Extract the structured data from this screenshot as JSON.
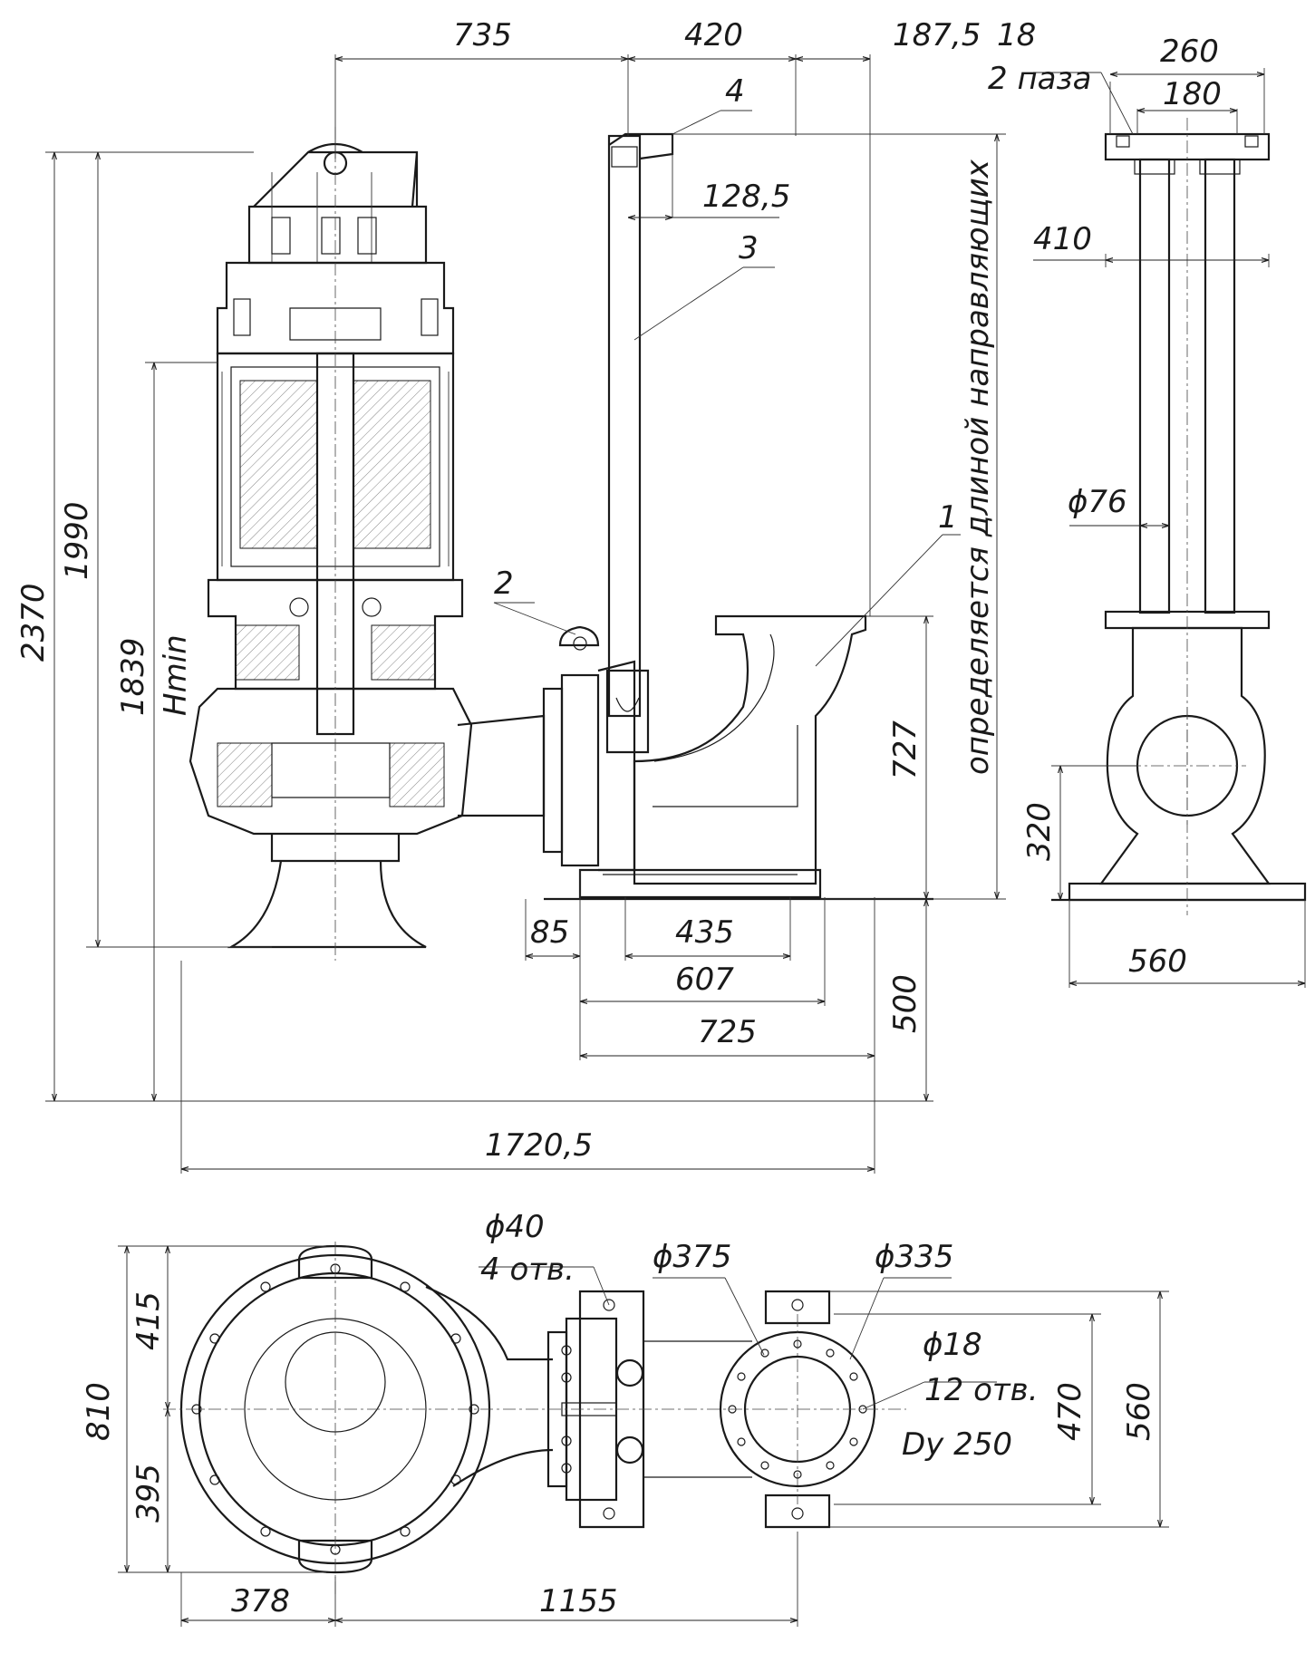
{
  "colors": {
    "ink": "#1a1a1a",
    "background": "#ffffff"
  },
  "front_view": {
    "dims": {
      "d735": "735",
      "d420": "420",
      "d187": "187,5",
      "d128": "128,5",
      "d2370": "2370",
      "d1990": "1990",
      "d1839": "1839",
      "hmin": "Hmin",
      "d727": "727",
      "d85": "85",
      "d435": "435",
      "d607": "607",
      "d725": "725",
      "d500": "500",
      "d1720": "1720,5"
    },
    "callouts": {
      "c1": "1",
      "c2": "2",
      "c3": "3",
      "c4": "4"
    },
    "vertical_note": "определяется длиной направляющих"
  },
  "side_view": {
    "dims": {
      "d18": "18",
      "slots": "2 паза",
      "d260": "260",
      "d180": "180",
      "d410": "410",
      "phi76": "ϕ76",
      "d320": "320",
      "d560": "560"
    }
  },
  "plan_view": {
    "dims": {
      "phi40": "ϕ40",
      "holes4": "4 отв.",
      "phi375": "ϕ375",
      "phi335": "ϕ335",
      "phi18": "ϕ18",
      "holes12": "12 отв.",
      "dy250": "Dy 250",
      "d810": "810",
      "d415": "415",
      "d395": "395",
      "d470": "470",
      "d560": "560",
      "d378": "378",
      "d1155": "1155"
    }
  }
}
